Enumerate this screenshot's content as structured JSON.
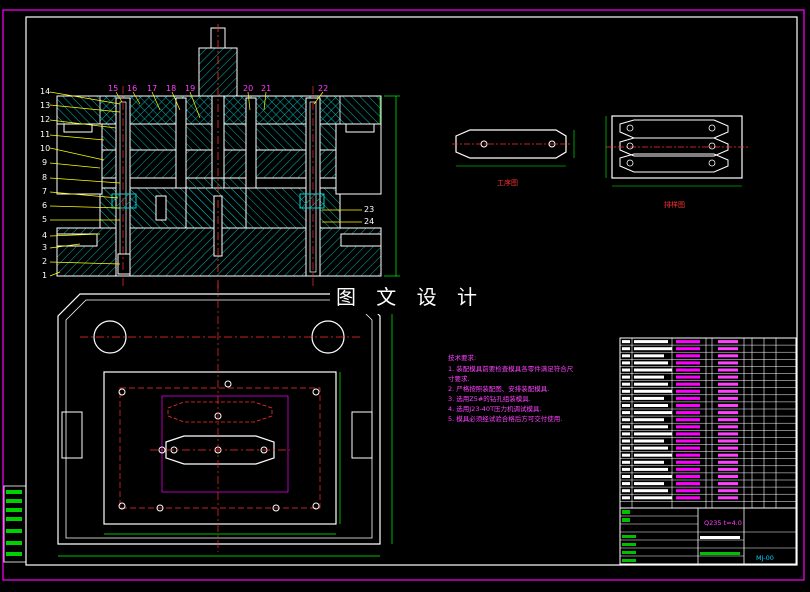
{
  "drawing": {
    "watermark": "图 文 设 计",
    "labels": {
      "process_view": "工序图",
      "layout_view": "排样图"
    },
    "part_numbers_left": [
      "14",
      "13",
      "12",
      "11",
      "10",
      "9",
      "8",
      "7",
      "6",
      "5",
      "4",
      "3",
      "2",
      "1"
    ],
    "part_numbers_top": [
      "15",
      "16",
      "17",
      "18",
      "19",
      "20",
      "21",
      "22"
    ],
    "part_numbers_right": [
      "23",
      "24"
    ],
    "tech_requirements": {
      "title": "技术要求:",
      "items": [
        "1. 装配模具前要检查模具各零件满足符合尺",
        "   寸要求.",
        "2. 严格按照装配图、安排装配模具.",
        "3. 选用Z5#的钻孔组装模具.",
        "4. 选用J23-40T压力机调试模具.",
        "5. 模具必须经试验合格后方可交付使用."
      ]
    },
    "title_block": {
      "material": "Q235 t=4.0",
      "drawing_no": "MJ-00"
    }
  },
  "colors": {
    "frame": "#ff00ff",
    "outline": "#ffffff",
    "centerline": "#ff3030",
    "hatch": "#00c8c8",
    "dimension": "#00ff00",
    "number_leader": "#ffff00",
    "part_number": "#ff40ff"
  }
}
